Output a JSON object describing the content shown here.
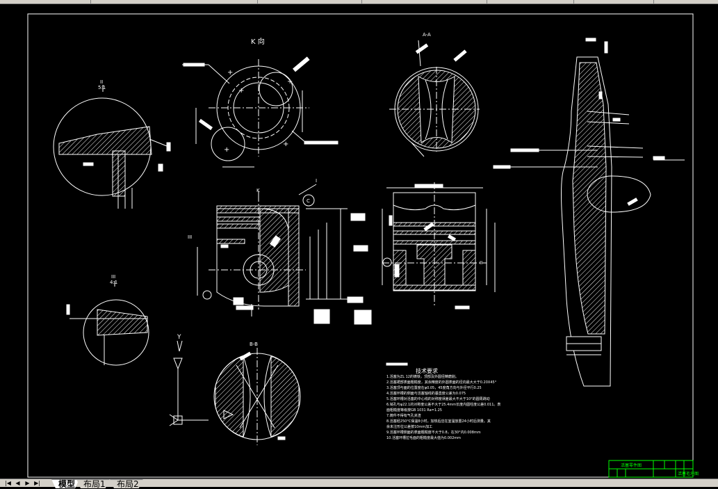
{
  "window": {
    "colors": {
      "background": "#000000",
      "lines": "#ffffff",
      "title_block": "#00ff00",
      "chrome": "#d4d0c8"
    }
  },
  "drawing": {
    "view_k_label": "K 向",
    "view_aa_label": "A-A",
    "view_bb_label": "B-B",
    "detail_ii_label": "II",
    "detail_ii_scale": "5:1",
    "detail_iii_label": "III",
    "detail_iii_scale": "4:1",
    "marker_i": "I",
    "marker_ii": "II",
    "marker_iii": "III",
    "marker_k": "K",
    "marker_c": "C",
    "ucs_y": "Y",
    "tech_title": "技术要求",
    "tech_lines": [
      "1.活塞为ZL 12的铸铁，顶部及外圆径精磨削。",
      "2.活塞裙部表面粗糙度，其余精度的外圆表面的径向最大大于0.20X45°",
      "3.活塞顶与面的位置度在φ0.05，45度角方向与外径平行0.25",
      "4.活塞环槽的侧面与活塞轴线的垂直度公差为0.075",
      "5.活塞环槽对活塞的中心线的对称度误差最大不大于10°的圆周跳动",
      "6.销孔与φ22.1的对称度公差不大于25.4mm长度内圆柱度公差0.011。表",
      "   面粗糙度等级按GB 1031 Ra=1.25",
      "7.铸件不得有气孔夹渣",
      "8.活塞经250°C保温8小时，加热后应在室温放置24小时后测量。其",
      "   余未注形位公差按10mm加工",
      "9.活塞环槽侧面的表面粗糙度不大于0.8，在30°内0.008mm",
      "10.活塞环槽拉毛面的粗糙度最大值为0.002mm"
    ],
    "title_block": {
      "drawing_name": "活塞零件图",
      "part_name": "活塞毛坯图"
    }
  },
  "tabs": {
    "nav": [
      "first-icon",
      "prev-icon",
      "next-icon",
      "last-icon"
    ],
    "items": [
      {
        "label": "模型",
        "active": true
      },
      {
        "label": "布局1",
        "active": false
      },
      {
        "label": "布局2",
        "active": false
      }
    ]
  }
}
